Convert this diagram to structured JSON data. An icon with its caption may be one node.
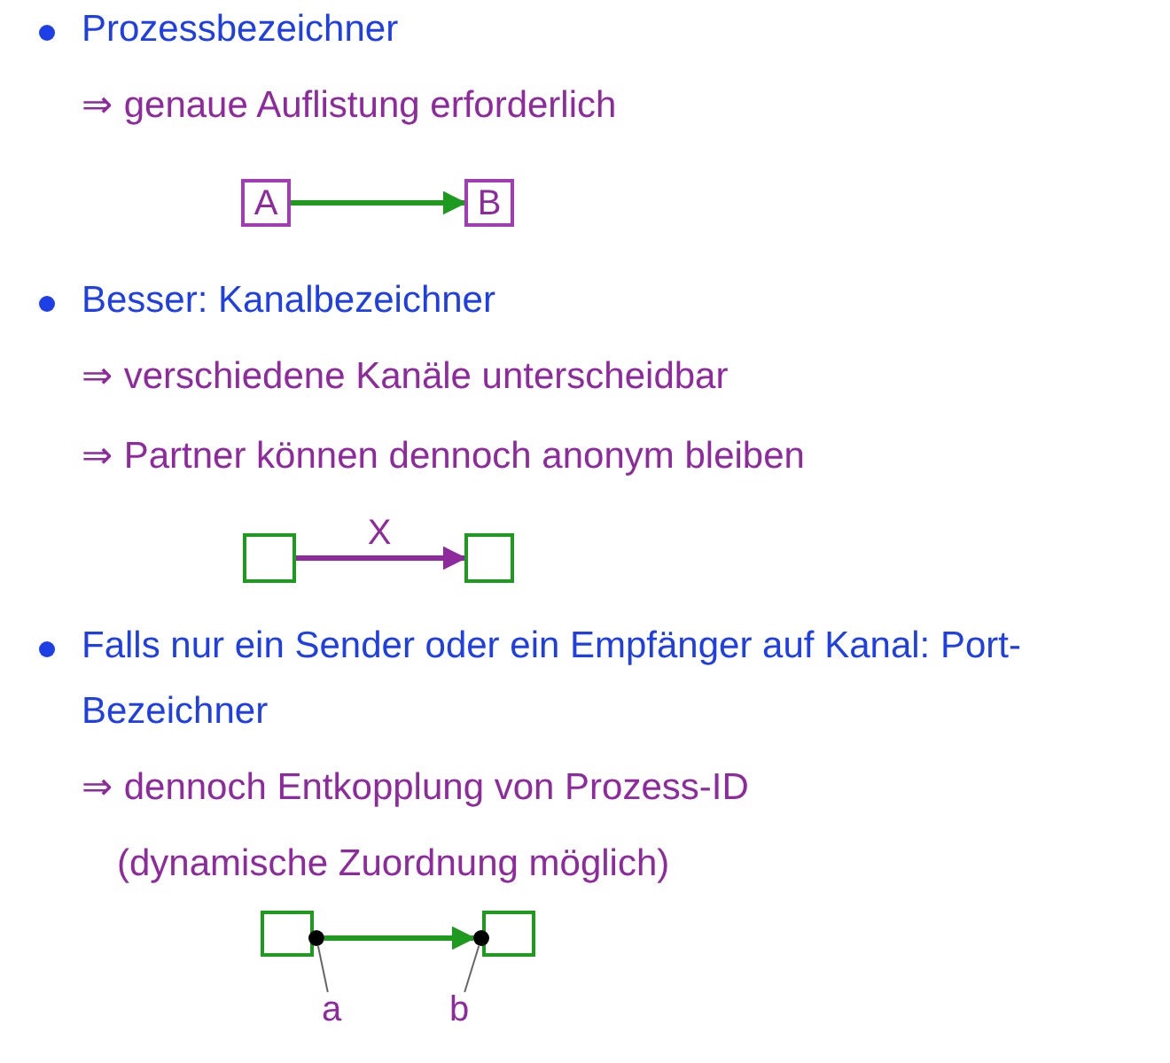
{
  "diagram": {
    "nodes": [
      {
        "text": [
          "A"
        ]
      },
      {
        "text": [
          "B"
        ]
      },
      {
        "text": [],
        "shape": "box"
      },
      {
        "text": [],
        "shape": "box"
      },
      {
        "text": [],
        "shape": "box"
      },
      {
        "text": [],
        "shape": "box"
      },
      {
        "text": [],
        "shape": "circle"
      },
      {
        "text": [],
        "shape": "circle"
      },
      {
        "text": [
          "a"
        ]
      },
      {
        "text": [
          "b"
        ]
      }
    ],
    "edges": [
      {
        "from": 0,
        "to": 1,
        "arrow": "to"
      },
      {
        "from": 2,
        "to": 3,
        "arrow": "to",
        "label": "X",
        "color": "#8e2a9e"
      },
      {
        "from": 6,
        "to": 7,
        "arrow": "to"
      },
      {
        "from": 8,
        "to": 6,
        "arrow": "none",
        "color": "#666666"
      },
      {
        "from": 9,
        "to": 7,
        "arrow": "none",
        "color": "#666666"
      }
    ],
    "labels": [
      "Prozessbezeichner",
      "⇒ genaue Auflistung erforderlich",
      "Besser: Kanalbezeichner",
      "⇒ verschiedene Kanäle unterscheidbar",
      "⇒ Partner können dennoch anonym bleiben",
      "Falls nur ein Sender oder ein Empfänger auf Kanal: Port-Bezeichner",
      "⇒ dennoch Entkopplung von Prozess-ID",
      "(dynamische Zuordnung möglich)"
    ]
  }
}
